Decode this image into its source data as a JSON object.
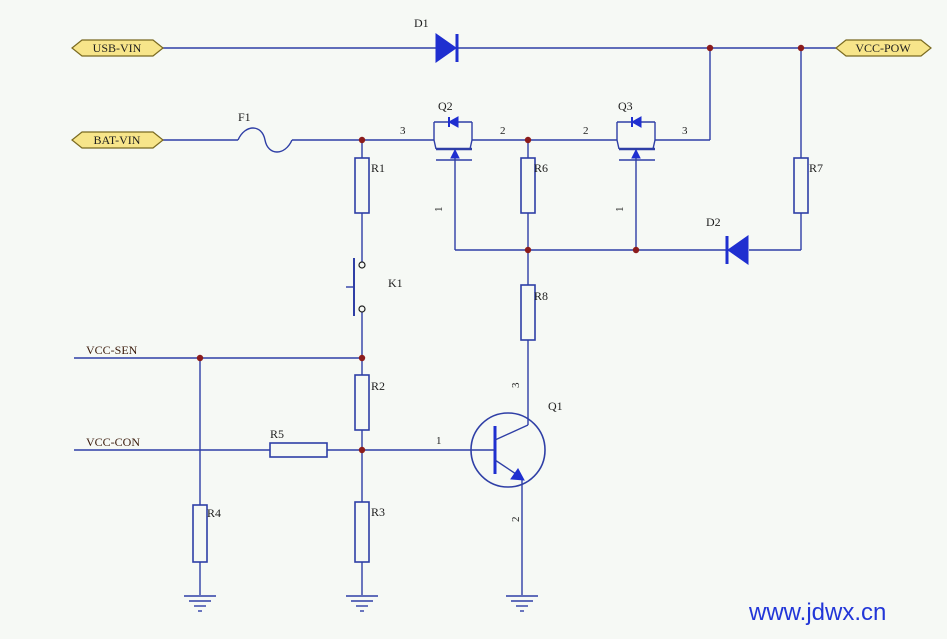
{
  "ports": {
    "usb_vin": "USB-VIN",
    "bat_vin": "BAT-VIN",
    "vcc_pow": "VCC-POW"
  },
  "nets": {
    "vcc_sen": "VCC-SEN",
    "vcc_con": "VCC-CON"
  },
  "components": {
    "d1": "D1",
    "d2": "D2",
    "f1": "F1",
    "q1": "Q1",
    "q2": "Q2",
    "q3": "Q3",
    "k1": "K1",
    "r1": "R1",
    "r2": "R2",
    "r3": "R3",
    "r4": "R4",
    "r5": "R5",
    "r6": "R6",
    "r7": "R7",
    "r8": "R8"
  },
  "pins": {
    "q2_3": "3",
    "q2_2": "2",
    "q2_1": "1",
    "q3_2": "2",
    "q3_3": "3",
    "q3_1": "1",
    "q1_1": "1",
    "q1_2": "2",
    "q1_3": "3"
  },
  "watermark": "www.jdwx.cn",
  "colors": {
    "wire": "#2f3fa6",
    "junction": "#8c1c1c",
    "port": "#f7e58a",
    "watermark": "#2236d8"
  }
}
